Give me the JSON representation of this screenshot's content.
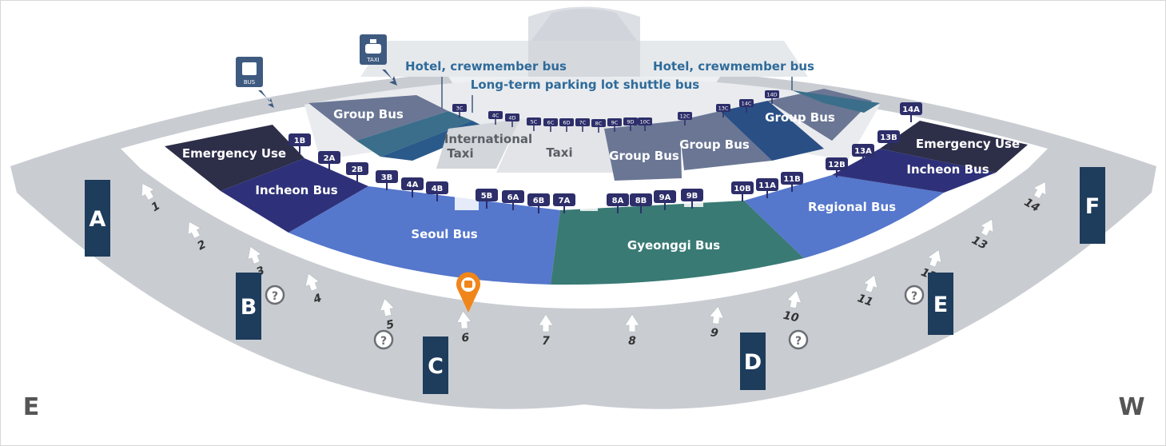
{
  "compass": {
    "east": "E",
    "west": "W"
  },
  "gates": [
    {
      "id": "gate-a",
      "label": "A"
    },
    {
      "id": "gate-b",
      "label": "B"
    },
    {
      "id": "gate-c",
      "label": "C"
    },
    {
      "id": "gate-d",
      "label": "D"
    },
    {
      "id": "gate-e",
      "label": "E"
    },
    {
      "id": "gate-f",
      "label": "F"
    }
  ],
  "exits": [
    "1",
    "2",
    "3",
    "4",
    "5",
    "6",
    "7",
    "8",
    "9",
    "10",
    "11",
    "12",
    "13",
    "14"
  ],
  "zones": {
    "emergency_left": "Emergency Use",
    "incheon_left": "Incheon Bus",
    "seoul": "Seoul Bus",
    "gyeonggi": "Gyeonggi Bus",
    "regional": "Regional Bus",
    "incheon_right": "Incheon Bus",
    "emergency_right": "Emergency Use",
    "group_left": "Group Bus",
    "group_center": "Group Bus",
    "group_center2": "Group Bus",
    "group_right": "Group Bus",
    "intl_taxi_line1": "International",
    "intl_taxi_line2": "Taxi",
    "taxi": "Taxi"
  },
  "top_labels": {
    "hotel_left": "Hotel, crewmember bus",
    "hotel_right": "Hotel, crewmember bus",
    "long_term": "Long-term parking lot shuttle bus"
  },
  "icons": {
    "bus": "BUS",
    "taxi": "TAXI"
  },
  "stops_outer": [
    "1B",
    "2A",
    "2B",
    "3B",
    "4A",
    "4B",
    "5B",
    "6A",
    "6B",
    "7A",
    "8A",
    "8B",
    "9A",
    "9B",
    "10B",
    "11A",
    "11B",
    "12B",
    "13A",
    "13B",
    "14A"
  ],
  "stops_inner": [
    "3C",
    "4C",
    "4D",
    "5C",
    "6C",
    "6D",
    "7C",
    "8C",
    "9C",
    "9D",
    "10C",
    "12C",
    "13C",
    "14C",
    "14D"
  ],
  "colors": {
    "dark_navy": "#2d2e48",
    "indigo": "#2e3179",
    "seoul_blue": "#5577cc",
    "gyeonggi_teal": "#3a7a75",
    "regional_blue": "#5577cc",
    "group_slate": "#6a7694",
    "gate_navy": "#1e3c5c",
    "road_gray": "#c9cdd2",
    "marker_orange": "#f0861a"
  }
}
